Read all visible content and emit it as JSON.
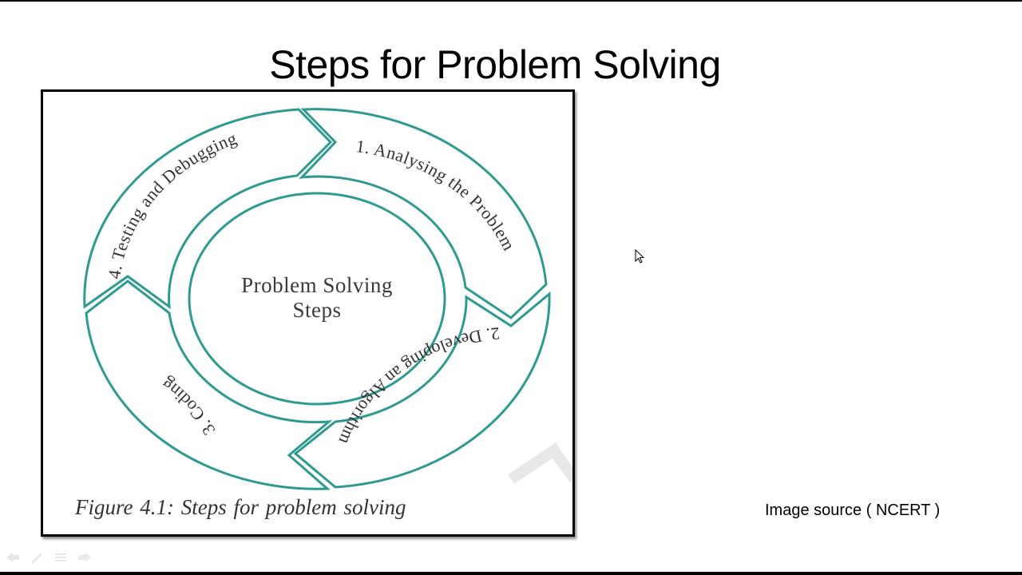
{
  "slide": {
    "title": "Steps for Problem Solving",
    "source_note": "Image source ( NCERT )"
  },
  "figure": {
    "center_label_line1": "Problem Solving",
    "center_label_line2": "Steps",
    "steps": [
      {
        "number": 1,
        "label": "1. Analysing the Problem"
      },
      {
        "number": 2,
        "label": "2. Developing an Algorithm"
      },
      {
        "number": 3,
        "label": "3. Coding"
      },
      {
        "number": 4,
        "label": "4. Testing and Debugging"
      }
    ],
    "caption": "Figure 4.1:   Steps for problem solving",
    "colors": {
      "stroke": "#2e9a90",
      "text": "#333333"
    }
  },
  "controls": {
    "icons": [
      "previous-icon",
      "pen-icon",
      "menu-icon",
      "next-icon"
    ]
  }
}
